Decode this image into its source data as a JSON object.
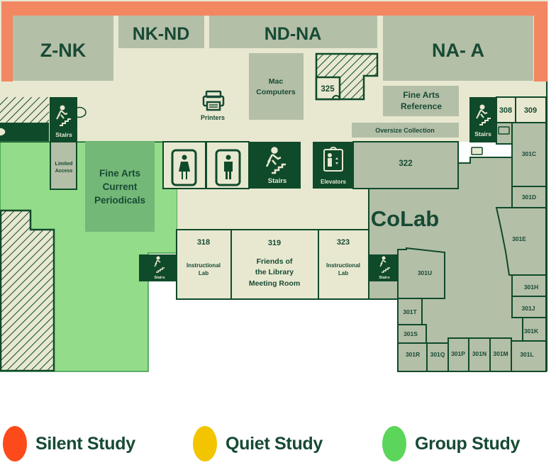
{
  "map": {
    "stacks": [
      {
        "id": "z-nk",
        "label": "Z-NK"
      },
      {
        "id": "nk-nd",
        "label": "NK-ND"
      },
      {
        "id": "nd-na",
        "label": "ND-NA"
      },
      {
        "id": "na-a",
        "label": "NA- A"
      }
    ],
    "areas": {
      "mac_computers": "Mac Computers",
      "mac_line1": "Mac",
      "mac_line2": "Computers",
      "printers": "Printers",
      "room_325": "325",
      "fine_arts_reference_1": "Fine Arts",
      "fine_arts_reference_2": "Reference",
      "oversize_collection": "Oversize Collection",
      "limited_access_1": "Limited",
      "limited_access_2": "Access",
      "periodicals_1": "Fine Arts",
      "periodicals_2": "Current",
      "periodicals_3": "Periodicals",
      "stairs": "Stairs",
      "elevators": "Elevators",
      "room_322": "322",
      "colab": "CoLab",
      "room_318": "318",
      "room_318_desc_1": "Instructional",
      "room_318_desc_2": "Lab",
      "room_319": "319",
      "room_319_desc_1": "Friends of",
      "room_319_desc_2": "the Library",
      "room_319_desc_3": "Meeting Room",
      "room_323": "323",
      "room_323_desc_1": "Instructional",
      "room_323_desc_2": "Lab",
      "room_308": "308",
      "room_309": "309",
      "room_301c": "301C",
      "room_301d": "301D",
      "room_301e": "301E",
      "room_301h": "301H",
      "room_301j": "301J",
      "room_301k": "301K",
      "room_301l": "301L",
      "room_301m": "301M",
      "room_301n": "301N",
      "room_301p": "301P",
      "room_301q": "301Q",
      "room_301r": "301R",
      "room_301s": "301S",
      "room_301t": "301T",
      "room_301u": "301U"
    },
    "colors": {
      "silent_zone": "#f28762",
      "group_zone": "#93dc8a",
      "floor": "#e8e8d0",
      "shelving": "#b4bfa8",
      "wall": "#0f4a2a",
      "text": "#174a34"
    }
  },
  "legend": [
    {
      "label": "Silent Study",
      "color": "#fc4a1a"
    },
    {
      "label": "Quiet Study",
      "color": "#f2c500"
    },
    {
      "label": "Group Study",
      "color": "#5bd65b"
    }
  ]
}
